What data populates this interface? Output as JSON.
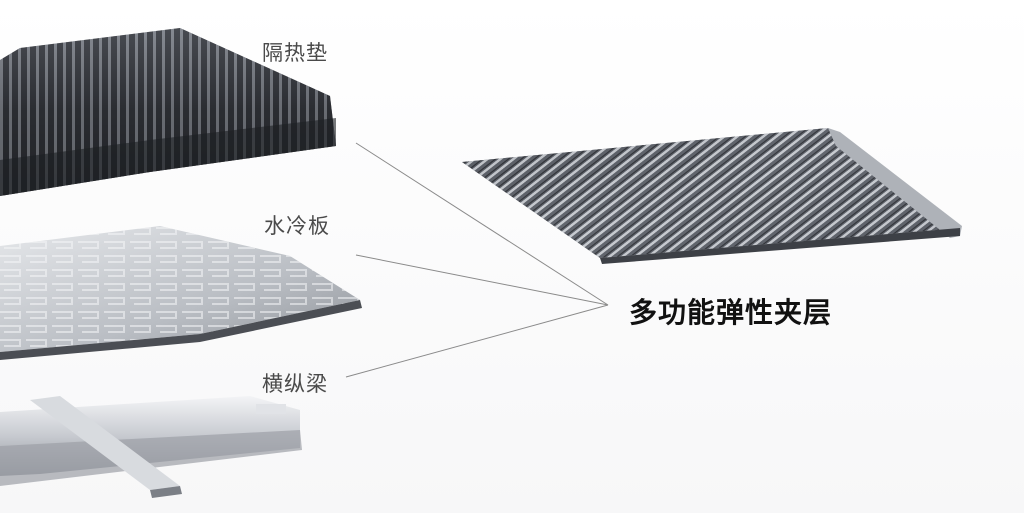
{
  "labels": {
    "insulation_pad": "隔热垫",
    "cold_plate": "水冷板",
    "cross_beam": "横纵梁"
  },
  "highlight": {
    "title": "多功能弹性夹层"
  },
  "colors": {
    "background": "#fdfdfd",
    "label_text": "#4a4a4a",
    "title_text": "#111111",
    "leader_line": "#8a8a8a",
    "metal_dark": "#2b2d31",
    "metal_light": "#c9ccd1"
  }
}
